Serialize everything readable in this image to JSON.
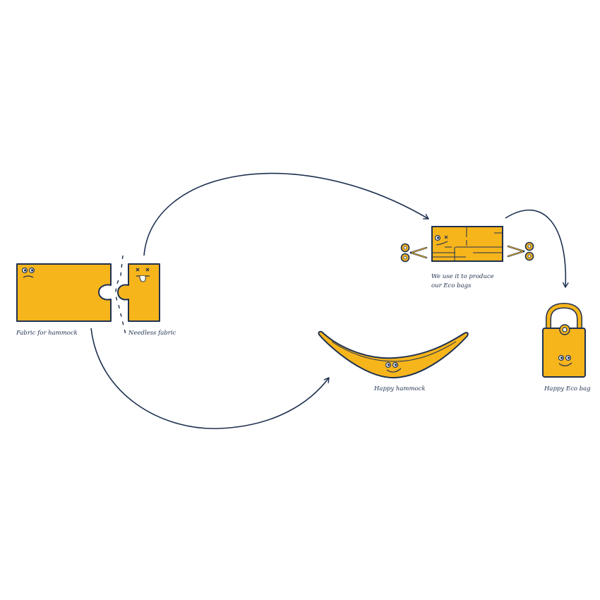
{
  "colors": {
    "fabric": "#F7B51C",
    "outline": "#1F3150",
    "background": "#FFFFFF"
  },
  "labels": {
    "fabric_for_hammock": "Fabric for hammock",
    "needless_fabric": "Needless fabric",
    "reuse_line1": "We use it  to produce",
    "reuse_line2": "our Eco bags",
    "happy_hammock": "Happy hammock",
    "happy_eco_bag": "Happy Eco bag"
  },
  "icons": [
    "fabric-piece-icon",
    "needless-fabric-icon",
    "cut-fabric-icon",
    "scissors-icon",
    "hammock-icon",
    "eco-bag-icon",
    "arrow-icon"
  ]
}
